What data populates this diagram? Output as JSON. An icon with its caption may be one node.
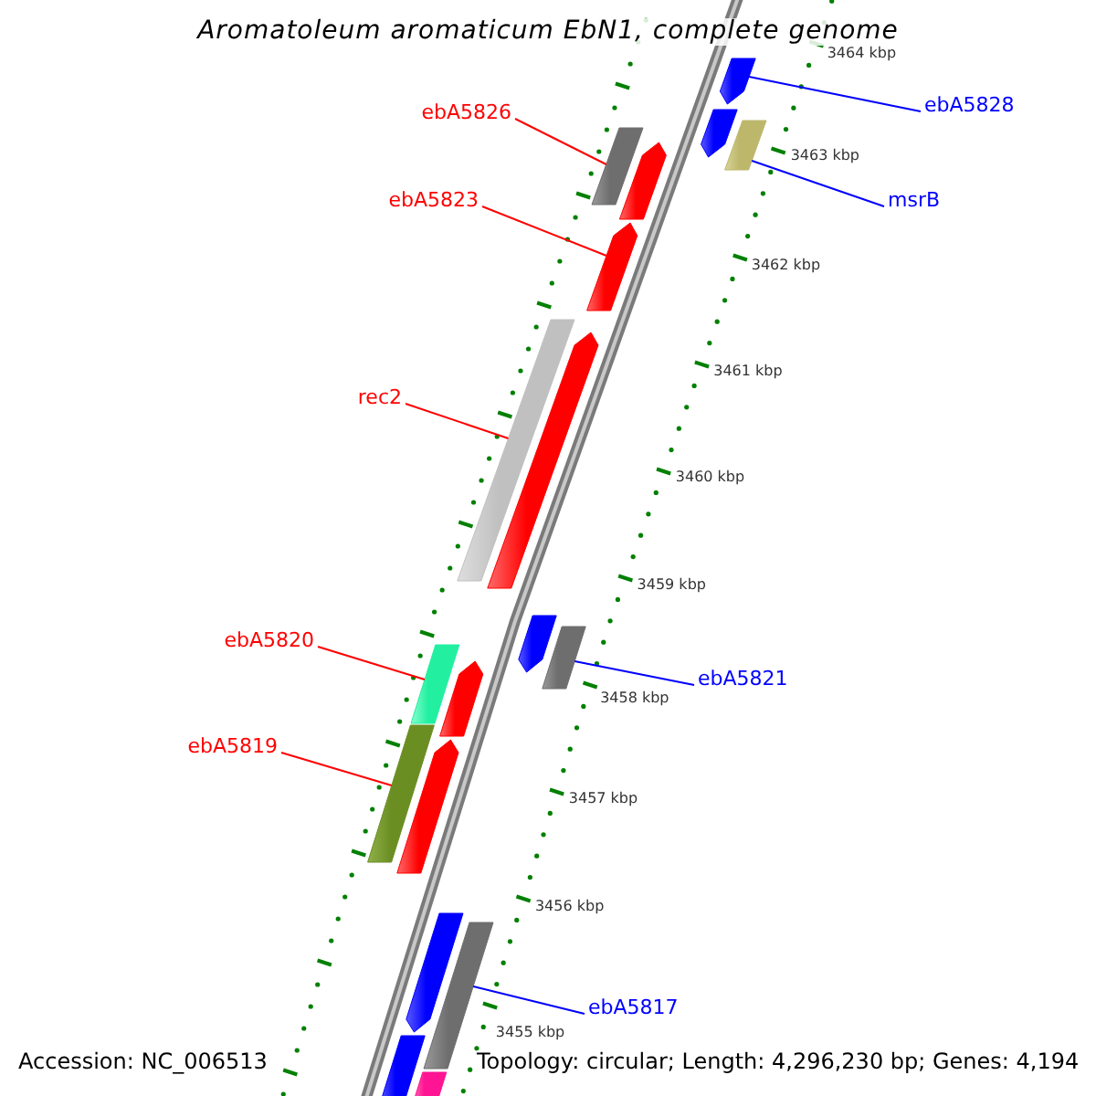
{
  "diagram": {
    "title": "Aromatoleum aromaticum EbN1, complete genome",
    "nodes": [
      {
        "text": [
          "ebA5826"
        ]
      },
      {
        "text": [],
        "shape": "bar"
      },
      {
        "text": [
          "ebA5823"
        ]
      },
      {
        "text": [],
        "shape": "bar"
      },
      {
        "text": [
          "rec2"
        ]
      },
      {
        "text": [],
        "shape": "bar"
      },
      {
        "text": [
          "ebA5820"
        ]
      },
      {
        "text": [],
        "shape": "bar"
      },
      {
        "text": [
          "ebA5819"
        ]
      },
      {
        "text": [],
        "shape": "bar"
      },
      {
        "text": [
          "ebA5828"
        ]
      },
      {
        "text": [],
        "shape": "bar"
      },
      {
        "text": [
          "msrB"
        ]
      },
      {
        "text": [],
        "shape": "bar"
      },
      {
        "text": [
          "ebA5821"
        ]
      },
      {
        "text": [],
        "shape": "bar"
      },
      {
        "text": [
          "ebA5817"
        ]
      },
      {
        "text": [],
        "shape": "bar"
      },
      {
        "text": [],
        "shape": "bar"
      },
      {
        "text": [],
        "shape": "bar"
      },
      {
        "text": [],
        "shape": "bar"
      },
      {
        "text": [],
        "shape": "bar"
      },
      {
        "text": [],
        "shape": "bar"
      },
      {
        "text": [],
        "shape": "bar"
      },
      {
        "text": [],
        "shape": "bar"
      },
      {
        "text": [],
        "shape": "bar"
      },
      {
        "text": [],
        "shape": "bar"
      }
    ],
    "edges": [
      {
        "from": 0,
        "to": 1,
        "arrow": "none"
      },
      {
        "from": 2,
        "to": 3,
        "arrow": "none"
      },
      {
        "from": 4,
        "to": 5,
        "arrow": "none"
      },
      {
        "from": 6,
        "to": 7,
        "arrow": "none"
      },
      {
        "from": 8,
        "to": 9,
        "arrow": "none"
      },
      {
        "from": 10,
        "to": 11,
        "arrow": "none",
        "color": "#0000ff"
      },
      {
        "from": 12,
        "to": 13,
        "arrow": "none",
        "color": "#0000ff"
      },
      {
        "from": 14,
        "to": 15,
        "arrow": "none",
        "color": "#0000ff"
      },
      {
        "from": 16,
        "to": 17,
        "arrow": "none",
        "color": "#0000ff"
      }
    ],
    "labels": [
      "3464 kbp",
      "3463 kbp",
      "3462 kbp",
      "3461 kbp",
      "3460 kbp",
      "3459 kbp",
      "3458 kbp",
      "3457 kbp",
      "3456 kbp",
      "3455 kbp",
      "Accession: NC_006513",
      "Topology: circular; Length: 4,296,230 bp; Genes: 4,194"
    ]
  }
}
